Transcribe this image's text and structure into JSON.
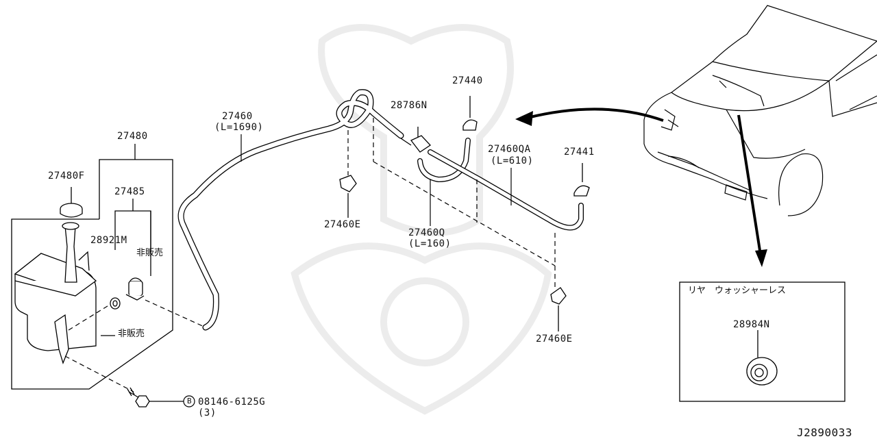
{
  "labels": {
    "p27480": "27480",
    "p27480f": "27480F",
    "p27485": "27485",
    "p28921m": "28921M",
    "hihanbai1": "非販売",
    "hihanbai2": "非販売",
    "bolt": "08146-6125G",
    "bolt_circle": "B",
    "bolt_qty": "(3)",
    "p27460": "27460",
    "p27460_len": "(L=1690)",
    "p27460e_a": "27460E",
    "p28786n": "28786N",
    "p27440": "27440",
    "p27460qa": "27460QA",
    "p27460qa_len": "(L=610)",
    "p27441": "27441",
    "p27460q": "27460Q",
    "p27460q_len": "(L=160)",
    "p27460e_b": "27460E",
    "inset_title": "リヤ　ウォッシャーレス",
    "p28984n": "28984N",
    "diagram_code": "J2890033"
  }
}
